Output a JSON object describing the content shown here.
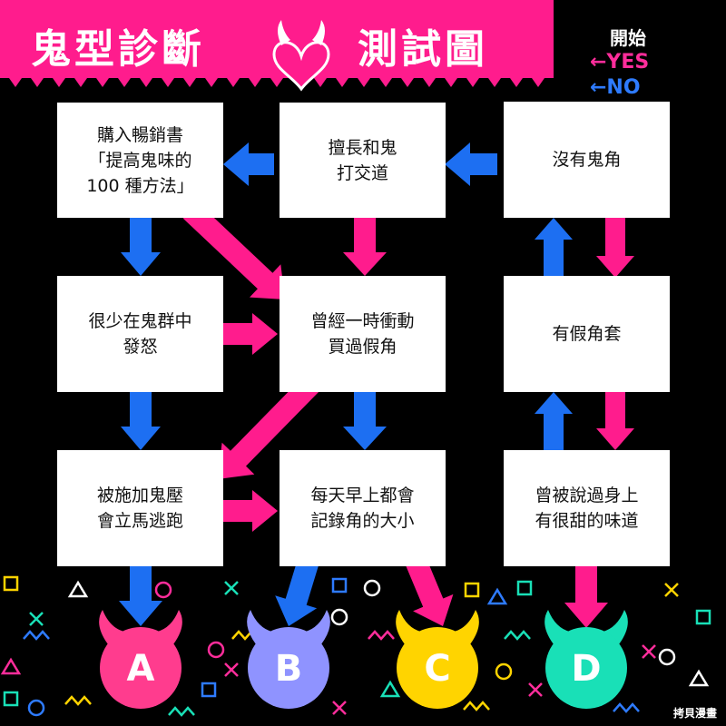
{
  "header": {
    "title_left": "鬼型診斷",
    "title_right": "測試圖",
    "start_label": "開始",
    "yes_label": "←YES",
    "no_label": "←NO",
    "colors": {
      "magenta": "#ff1c8d",
      "blue": "#1d6ff2",
      "yes": "#ff2d9b",
      "no": "#2e7bff"
    }
  },
  "nodes": {
    "no_horns": "沒有鬼角",
    "good_with_demons": "擅長和鬼\n打交道",
    "bought_book": "購入暢銷書\n「提高鬼味的\n100 種方法」",
    "rarely_angry": "很少在鬼群中\n發怒",
    "bought_fake_horns": "曾經一時衝動\n買過假角",
    "has_horn_cover": "有假角套",
    "flee_demon_pressure": "被施加鬼壓\n會立馬逃跑",
    "measure_horns": "每天早上都會\n記錄角的大小",
    "sweet_smell": "曾被說過身上\n有很甜的味道"
  },
  "results": [
    {
      "letter": "A",
      "color": "#ff3c8e"
    },
    {
      "letter": "B",
      "color": "#8f93ff"
    },
    {
      "letter": "C",
      "color": "#ffd400"
    },
    {
      "letter": "D",
      "color": "#19e0b7"
    }
  ],
  "watermark": "拷貝漫畫"
}
